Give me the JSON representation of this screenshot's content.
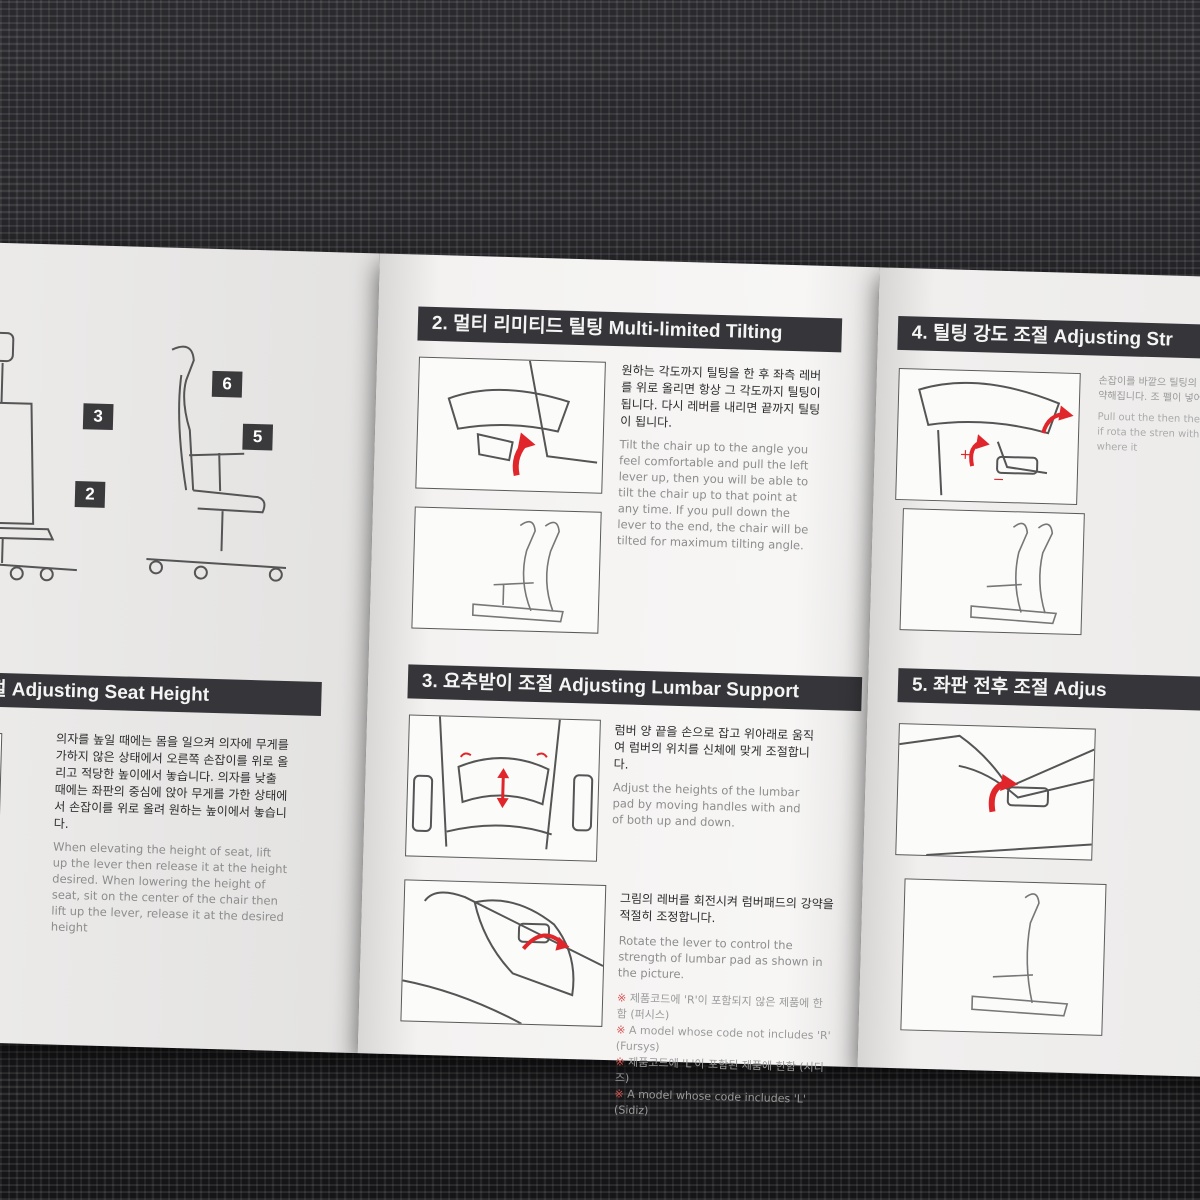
{
  "left_panel": {
    "badges": [
      "3",
      "2",
      "6",
      "5"
    ],
    "section_title": "조절  Adjusting Seat Height",
    "ko_text": "의자를 높일 때에는 몸을 일으켜 의자에 무게를 가하지 않은 상태에서 오른쪽 손잡이를 위로 올리고 적당한 높이에서 놓습니다. 의자를 낮출 때에는 좌판의 중심에 앉아 무게를 가한 상태에서 손잡이를 위로 올려 원하는 높이에서 놓습니다.",
    "en_text": "When elevating the height of seat, lift up the lever then release it at the height desired. When lowering the height of seat, sit on the center of the chair then lift up the lever, release it at the desired height"
  },
  "middle_panel": {
    "section2": {
      "title": "2. 멀티 리미티드 틸팅  Multi-limited Tilting",
      "ko_text": "원하는 각도까지 틸팅을 한 후 좌측 레버를 위로 올리면 항상 그 각도까지 틸팅이 됩니다. 다시 레버를 내리면 끝까지 틸팅이 됩니다.",
      "en_text": "Tilt the chair up to the angle you feel comfortable and pull the left lever up, then you will be able to tilt the chair up to that point at any time. If you pull down the lever to the end, the chair will be tilted for maximum tilting angle."
    },
    "section3": {
      "title": "3. 요추받이 조절  Adjusting Lumbar Support",
      "ko_text": "럼버 양 끝을 손으로 잡고 위아래로 움직여 럼버의 위치를 신체에 맞게 조절합니다.",
      "en_text": "Adjust the heights of the lumbar pad by moving handles with and of both up and down.",
      "ko_text_2": "그림의 레버를 회전시켜 럼버패드의 강약을 적절히 조정합니다.",
      "en_text_2": "Rotate the lever to control the strength of lumbar pad as shown in the picture.",
      "notes": [
        "제품코드에 'R'이 포함되지 않은 제품에 한함 (퍼시스)",
        "A model whose code not includes 'R' (Fursys)",
        "제품코드에 'L'이 포함된 제품에 한함 (시디즈)",
        "A model whose code includes 'L' (Sidiz)"
      ],
      "note_mark": "※"
    }
  },
  "right_panel": {
    "section4": {
      "title": "4. 틸팅 강도 조절  Adjusting Str",
      "ko_text": "손잡이를 바깥으 틸팅의 강해지고 약해집니다. 조 펠이 넣어 주",
      "en_text": "Pull out the then the s and if rota the stren with com where it"
    },
    "section5": {
      "title": "5. 좌판 전후 조절  Adjus"
    }
  },
  "colors": {
    "banner_bg": "#36363a",
    "arrow_red": "#e0262b",
    "paper": "#f5f4f3"
  }
}
